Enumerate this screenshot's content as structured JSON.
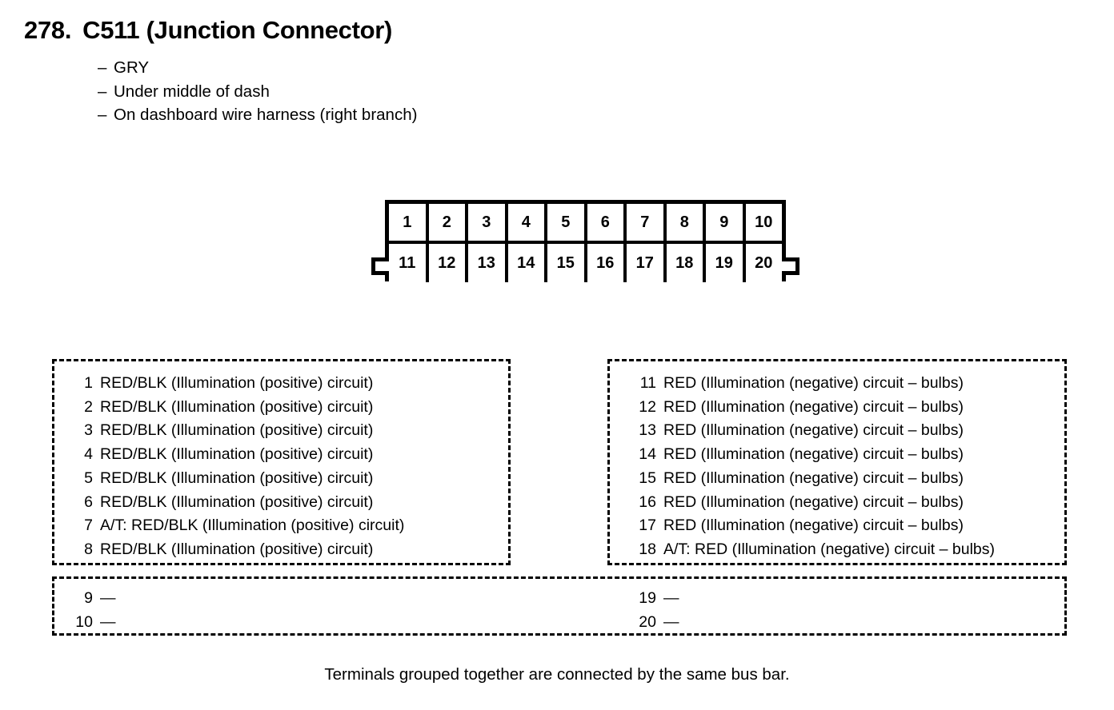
{
  "header": {
    "number": "278.",
    "title": "C511 (Junction Connector)",
    "details": [
      "GRY",
      "Under middle of dash",
      "On dashboard wire harness (right branch)"
    ],
    "dash": "–"
  },
  "connector": {
    "top_row": [
      "1",
      "2",
      "3",
      "4",
      "5",
      "6",
      "7",
      "8",
      "9",
      "10"
    ],
    "bottom_row": [
      "11",
      "12",
      "13",
      "14",
      "15",
      "16",
      "17",
      "18",
      "19",
      "20"
    ]
  },
  "groups": {
    "left": [
      {
        "pin": "1",
        "desc": "RED/BLK (Illumination (positive) circuit)"
      },
      {
        "pin": "2",
        "desc": "RED/BLK (Illumination (positive) circuit)"
      },
      {
        "pin": "3",
        "desc": "RED/BLK (Illumination (positive) circuit)"
      },
      {
        "pin": "4",
        "desc": "RED/BLK (Illumination (positive) circuit)"
      },
      {
        "pin": "5",
        "desc": "RED/BLK (Illumination (positive) circuit)"
      },
      {
        "pin": "6",
        "desc": "RED/BLK (Illumination (positive) circuit)"
      },
      {
        "pin": "7",
        "desc": "A/T: RED/BLK (Illumination (positive) circuit)"
      },
      {
        "pin": "8",
        "desc": "RED/BLK (Illumination (positive) circuit)"
      }
    ],
    "right": [
      {
        "pin": "11",
        "desc": "RED (Illumination (negative) circuit – bulbs)"
      },
      {
        "pin": "12",
        "desc": "RED (Illumination (negative) circuit – bulbs)"
      },
      {
        "pin": "13",
        "desc": "RED (Illumination (negative) circuit – bulbs)"
      },
      {
        "pin": "14",
        "desc": "RED (Illumination (negative) circuit – bulbs)"
      },
      {
        "pin": "15",
        "desc": "RED (Illumination (negative) circuit – bulbs)"
      },
      {
        "pin": "16",
        "desc": "RED (Illumination (negative) circuit – bulbs)"
      },
      {
        "pin": "17",
        "desc": "RED (Illumination (negative) circuit – bulbs)"
      },
      {
        "pin": "18",
        "desc": "A/T: RED (Illumination (negative) circuit – bulbs)"
      }
    ],
    "bottom_left": [
      {
        "pin": "9",
        "desc": "—"
      },
      {
        "pin": "10",
        "desc": "—"
      }
    ],
    "bottom_right": [
      {
        "pin": "19",
        "desc": "—"
      },
      {
        "pin": "20",
        "desc": "—"
      }
    ]
  },
  "footer": {
    "note": "Terminals grouped together are connected by the same bus bar."
  }
}
